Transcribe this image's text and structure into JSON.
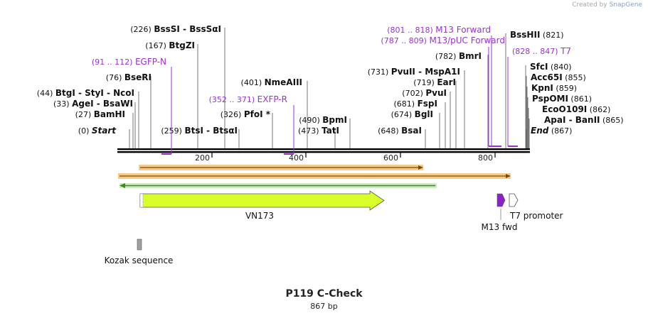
{
  "credit": {
    "text": "Created by",
    "brand": "SnapGene"
  },
  "title": "P119 C-Check",
  "subtitle": "867 bp",
  "colors": {
    "primer": "#9b30d9",
    "insert": "#d9ff2a",
    "orange": "#f7c98a",
    "green": "#3c8a1e",
    "promoter": "#ffffff",
    "m13": "#8a22c8",
    "kozak": "#a0a0a0",
    "line": "#000000"
  },
  "ruler": {
    "ticks": [
      {
        "label": "200"
      },
      {
        "label": "400"
      },
      {
        "label": "600"
      },
      {
        "label": "800"
      }
    ]
  },
  "sites": [
    {
      "pos": "(0)",
      "name": "Start",
      "italic": true
    },
    {
      "pos": "(27)",
      "name": "BamHI"
    },
    {
      "pos": "(33)",
      "name": "AgeI  -  BsaWI"
    },
    {
      "pos": "(44)",
      "name": "BtgI  -  StyI  -  NcoI"
    },
    {
      "pos": "(76)",
      "name": "BseRI"
    },
    {
      "pos": "(167)",
      "name": "BtgZI"
    },
    {
      "pos": "(226)",
      "name": "BssSI  -  BssSαI"
    },
    {
      "pos": "(259)",
      "name": "BtsI  -  BtsαI"
    },
    {
      "pos": "(326)",
      "name": "PfoI *"
    },
    {
      "pos": "(401)",
      "name": "NmeAIII"
    },
    {
      "pos": "(473)",
      "name": "TatI"
    },
    {
      "pos": "(490)",
      "name": "BpmI"
    },
    {
      "pos": "(648)",
      "name": "BsaI"
    },
    {
      "pos": "(674)",
      "name": "BglI"
    },
    {
      "pos": "(681)",
      "name": "FspI"
    },
    {
      "pos": "(702)",
      "name": "PvuI"
    },
    {
      "pos": "(719)",
      "name": "EarI"
    },
    {
      "pos": "(731)",
      "name": "PvuII  -  MspA1I"
    },
    {
      "pos": "(782)",
      "name": "BmrI"
    },
    {
      "pos": "(821)",
      "name": "BssHII"
    },
    {
      "pos": "(840)",
      "name": "SfcI"
    },
    {
      "pos": "(855)",
      "name": "Acc65I"
    },
    {
      "pos": "(859)",
      "name": "KpnI"
    },
    {
      "pos": "(861)",
      "name": "PspOMI"
    },
    {
      "pos": "(862)",
      "name": "EcoO109I"
    },
    {
      "pos": "(865)",
      "name": "ApaI  -  BanII"
    },
    {
      "pos": "(867)",
      "name": "End",
      "italic": true
    }
  ],
  "primers": [
    {
      "range": "(91 .. 112)",
      "name": "EGFP-N"
    },
    {
      "range": "(352 .. 371)",
      "name": "EXFP-R"
    },
    {
      "range": "(801 .. 818)",
      "name": "M13 Forward"
    },
    {
      "range": "(787 .. 809)",
      "name": "M13/pUC Forward"
    },
    {
      "range": "(828 .. 847)",
      "name": "T7"
    }
  ],
  "features": [
    {
      "name": "VN173"
    },
    {
      "name": "T7 promoter"
    },
    {
      "name": "M13 fwd"
    },
    {
      "name": "Kozak sequence"
    }
  ]
}
